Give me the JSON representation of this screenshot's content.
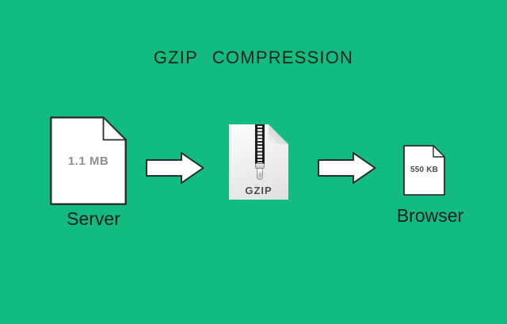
{
  "title": "GZIP COMPRESSION",
  "nodes": {
    "server": {
      "size_label": "1.1 MB",
      "caption": "Server"
    },
    "gzip": {
      "format_label": "GZIP"
    },
    "browser": {
      "size_label": "550 KB",
      "caption": "Browser"
    }
  },
  "icons": {
    "server": "document-icon",
    "gzip": "zip-file-icon",
    "browser": "document-icon",
    "flow": "arrow-right-icon"
  },
  "colors": {
    "background": "#12bc80",
    "title_text": "#1c231e",
    "caption_text": "#1b201c",
    "file_fill": "#ffffff",
    "file_outline": "#2d2d2d",
    "size_text_large": "#8f8f8f",
    "size_text_small": "#4a4a4a",
    "gzip_label_text": "#4e4e4e",
    "arrow_fill": "#ffffff",
    "arrow_outline": "#2d2d2d"
  }
}
